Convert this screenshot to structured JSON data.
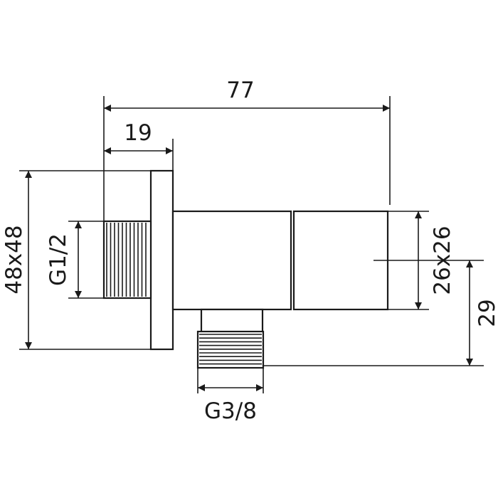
{
  "dimensions": {
    "overall_length": "77",
    "flange_to_thread": "19",
    "flange_size": "48x48",
    "inlet_thread": "G1/2",
    "body_section": "26x26",
    "outlet_height": "29",
    "outlet_thread": "G3/8"
  },
  "colors": {
    "line": "#1a1a1a",
    "background": "#ffffff"
  }
}
